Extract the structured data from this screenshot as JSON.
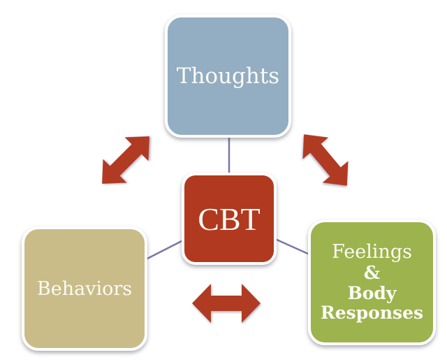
{
  "diagram": {
    "title": "CBT",
    "center": {
      "label": "CBT",
      "color": "#b0391f"
    },
    "nodes": [
      {
        "id": "thoughts",
        "lines": [
          "Thoughts"
        ],
        "color": "#93adc2"
      },
      {
        "id": "behaviors",
        "lines": [
          "Behaviors"
        ],
        "color": "#c9bc89"
      },
      {
        "id": "feelings",
        "lines": [
          "Feelings",
          "&",
          "Body",
          "Responses"
        ],
        "color": "#9db34e"
      }
    ],
    "connector_color": "#7a76a8",
    "arrows": [
      {
        "between": [
          "behaviors",
          "thoughts"
        ],
        "type": "bidirectional",
        "color": "#b03a20"
      },
      {
        "between": [
          "thoughts",
          "feelings"
        ],
        "type": "bidirectional",
        "color": "#b03a20"
      },
      {
        "between": [
          "behaviors",
          "feelings"
        ],
        "type": "bidirectional",
        "color": "#b03a20"
      }
    ]
  }
}
